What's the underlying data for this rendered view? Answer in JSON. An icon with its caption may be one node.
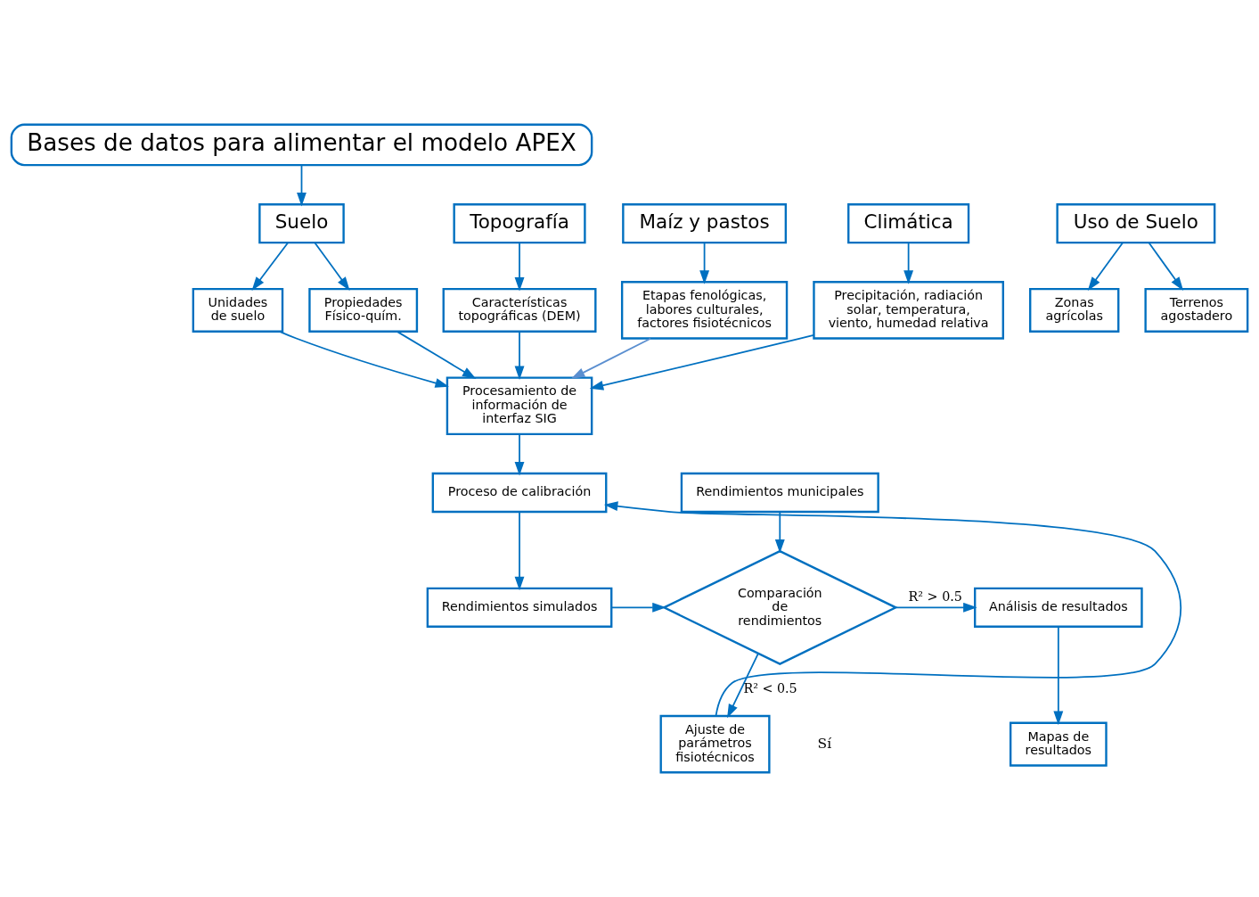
{
  "diagram": {
    "nodes": [
      {
        "text": [
          "Bases de datos para alimentar el modelo APEX"
        ]
      },
      {
        "text": [
          "Topografía"
        ]
      },
      {
        "text": [
          "Uso de Suelo"
        ]
      },
      {
        "text": [
          "Suelo"
        ]
      },
      {
        "text": [
          "Maíz y pastos"
        ]
      },
      {
        "text": [
          "Climática"
        ]
      },
      {
        "text": [
          "Características topográficas (DEM)"
        ]
      },
      {
        "text": [
          "Zonas agrícolas"
        ]
      },
      {
        "text": [
          "Terrenos agostadero"
        ]
      },
      {
        "text": [
          "Unidades de suelo"
        ]
      },
      {
        "text": [
          "Propiedades Físico-quím."
        ]
      },
      {
        "text": [
          "Etapas fenológicas, labores culturales, factores fisiotécnicos"
        ]
      },
      {
        "text": [
          "Precipitación, radiación solar, temperatura, viento, humedad relativa"
        ]
      },
      {
        "text": [
          "Procesamiento de información de interfaz SIG"
        ]
      },
      {
        "text": [
          "Proceso de calibración"
        ]
      },
      {
        "text": [
          "Rendimientos municipales"
        ]
      },
      {
        "text": [
          "Rendimientos simulados"
        ]
      },
      {
        "text": [
          "Comparación de rendimientos"
        ]
      },
      {
        "text": [
          "Análisis de resultados"
        ]
      },
      {
        "text": [
          "Mapas de resultados"
        ]
      },
      {
        "text": [
          "Ajuste de parámetros fisiotécnicos"
        ]
      }
    ],
    "edges": [
      {
        "from": 0,
        "to": 3,
        "arrow": "to"
      },
      {
        "from": 1,
        "to": 6,
        "arrow": "to"
      },
      {
        "from": 2,
        "to": 7,
        "arrow": "to"
      },
      {
        "from": 2,
        "to": 8,
        "arrow": "to"
      },
      {
        "from": 3,
        "to": 9,
        "arrow": "to"
      },
      {
        "from": 3,
        "to": 10,
        "arrow": "to"
      },
      {
        "from": 4,
        "to": 11,
        "arrow": "to"
      },
      {
        "from": 5,
        "to": 12,
        "arrow": "to"
      },
      {
        "from": 6,
        "to": 13,
        "arrow": "to"
      },
      {
        "from": 9,
        "to": 13,
        "arrow": "to"
      },
      {
        "from": 10,
        "to": 13,
        "arrow": "to"
      },
      {
        "from": 12,
        "to": 13,
        "arrow": "to"
      },
      {
        "from": 11,
        "to": 13,
        "arrow": "to",
        "color": "#5b8fd0"
      },
      {
        "from": 13,
        "to": 14,
        "arrow": "to"
      },
      {
        "from": 14,
        "to": 16,
        "arrow": "to"
      },
      {
        "from": 15,
        "to": 17,
        "arrow": "to"
      },
      {
        "from": 16,
        "to": 17,
        "arrow": "to"
      },
      {
        "from": 17,
        "to": 18,
        "arrow": "to",
        "label": "R² > 0.5"
      },
      {
        "from": 18,
        "to": 19,
        "arrow": "to"
      },
      {
        "from": 17,
        "to": 20,
        "arrow": "to",
        "label": "R² < 0.5"
      },
      {
        "from": 20,
        "to": 14,
        "arrow": "to"
      }
    ],
    "labels": [
      "Sí"
    ]
  }
}
